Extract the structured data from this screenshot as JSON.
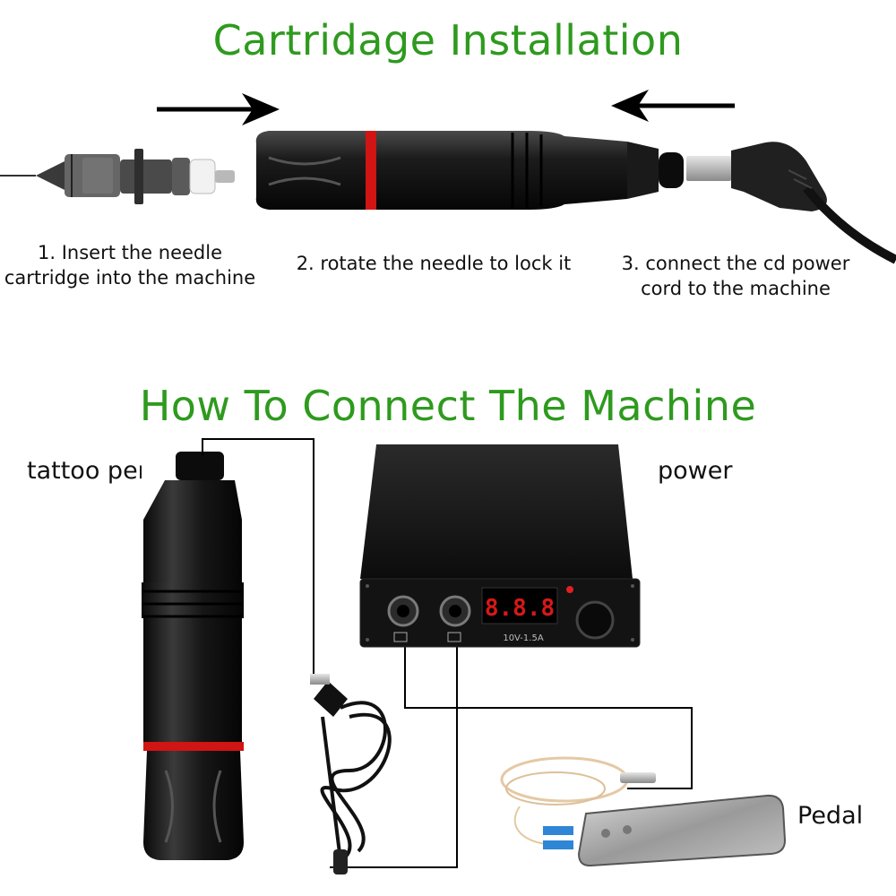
{
  "titles": {
    "installation": "Cartridage Installation",
    "connect": "How To Connect The Machine"
  },
  "steps": [
    {
      "line1": "1. Insert the needle",
      "line2": "cartridge into the machine"
    },
    {
      "line1": "2. rotate the needle to lock it",
      "line2": ""
    },
    {
      "line1": "3. connect the cd power",
      "line2": "cord to the machine"
    }
  ],
  "labels": {
    "pen": "tattoo pen",
    "power": "power",
    "pedal": "Pedal"
  },
  "power_supply": {
    "display": "8.8.8",
    "rating": "10V-1.5A"
  },
  "colors": {
    "title_green": "#2e9a1e",
    "accent_red": "#d11414",
    "body_black": "#161616"
  }
}
